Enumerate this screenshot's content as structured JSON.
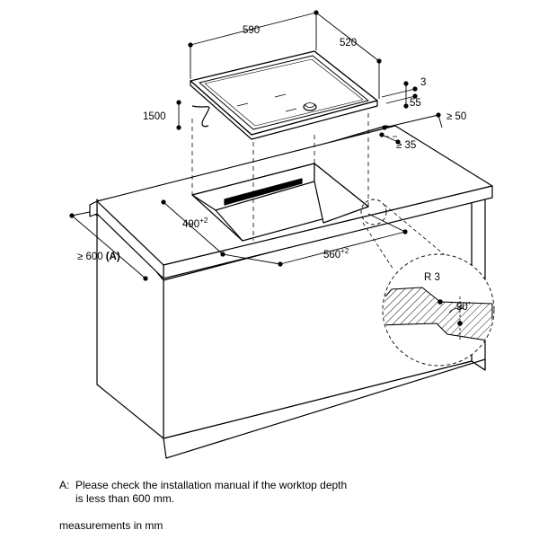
{
  "dims": {
    "cooktop_width": "590",
    "cooktop_depth": "520",
    "cable_length": "1500",
    "thickness": "3",
    "height": "55",
    "min_back_distance": "≥ 50",
    "min_front_gap": "≥ 35",
    "cutout_depth": "490",
    "cutout_depth_tol": "+2",
    "cutout_width": "560",
    "cutout_width_tol": "+2",
    "worktop_depth": "≥ 600",
    "worktop_depth_note": "(A)",
    "radius": "R 3",
    "angle": "90",
    "angle_unit": "°"
  },
  "notes": {
    "a_label": "A:",
    "a_text_line1": "Please check the installation manual if the worktop depth",
    "a_text_line2": "is less than 600 mm.",
    "units": "measurements in mm"
  }
}
